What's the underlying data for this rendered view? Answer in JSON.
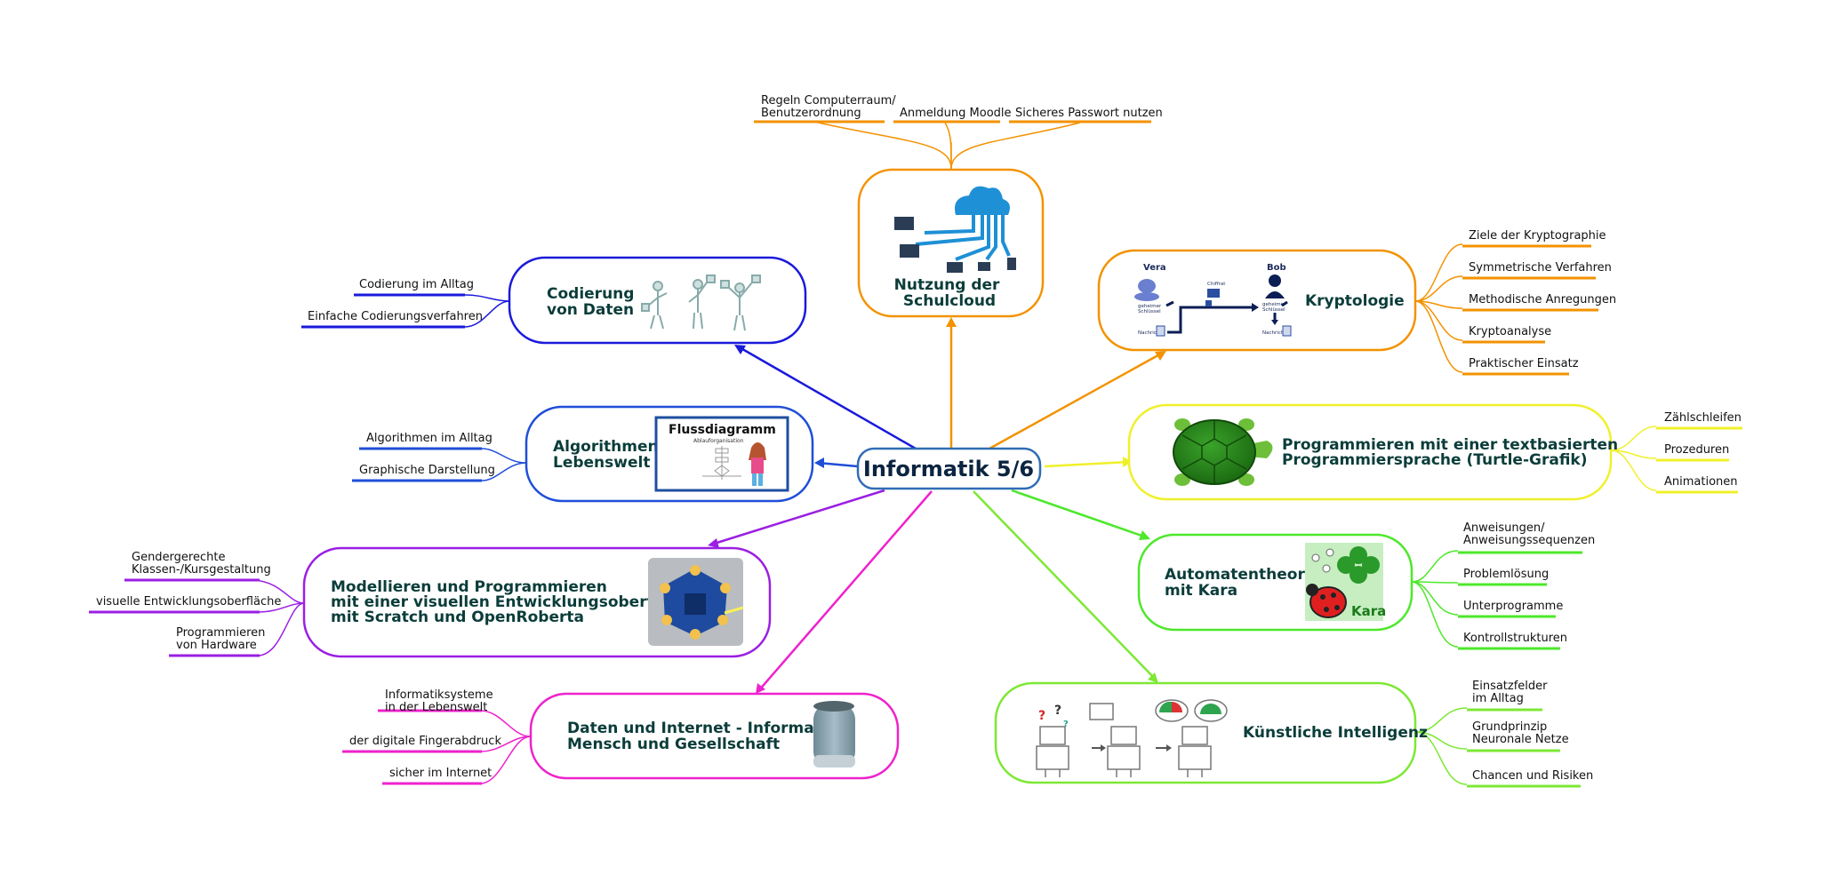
{
  "colors": {
    "center": "#2f6db5",
    "schulcloud": "#f39200",
    "codierung": "#1a1adb",
    "algorithmen": "#1f4ed8",
    "modellieren": "#9b1fe3",
    "daten": "#ee22cc",
    "kryptologie": "#f39200",
    "programmieren": "#f0f02a",
    "automaten": "#4de82a",
    "ki": "#7de834",
    "title_text": "#0b3d3a"
  },
  "center": {
    "title": "Informatik 5/6"
  },
  "branches": {
    "schulcloud": {
      "title": [
        "Nutzung der",
        "Schulcloud"
      ],
      "icon": "cloud-network-icon",
      "leaves": [
        [
          "Regeln Computerraum/",
          "Benutzerordnung"
        ],
        [
          "Anmeldung Moodle"
        ],
        [
          "Sicheres Passwort nutzen"
        ]
      ]
    },
    "codierung": {
      "title": [
        "Codierung",
        "von Daten"
      ],
      "icon": "flag-signaling-people-icon",
      "leaves": [
        [
          "Codierung im Alltag"
        ],
        [
          "Einfache Codierungsverfahren"
        ]
      ]
    },
    "algorithmen": {
      "title": [
        "Algorithmen",
        "Lebenswelt"
      ],
      "icon": "flowchart-icon",
      "image_title": "Flussdiagramm",
      "image_subtitle": "Ablauforganisation",
      "leaves": [
        [
          "Algorithmen im Alltag"
        ],
        [
          "Graphische Darstellung"
        ]
      ]
    },
    "modellieren": {
      "title": [
        "Modellieren und Programmieren",
        "mit einer visuellen Entwicklungsoberfläche",
        "mit Scratch und OpenRoberta"
      ],
      "icon": "calliope-board-icon",
      "leaves": [
        [
          "Gendergerechte",
          "Klassen-/Kursgestaltung"
        ],
        [
          "visuelle Entwicklungsoberfläche"
        ],
        [
          "Programmieren",
          "von Hardware"
        ]
      ]
    },
    "daten": {
      "title": [
        "Daten und Internet - Informatik,",
        "Mensch und Gesellschaft"
      ],
      "icon": "smart-speaker-icon",
      "leaves": [
        [
          "Informatiksysteme",
          "in der Lebenswelt"
        ],
        [
          "der digitale Fingerabdruck"
        ],
        [
          "sicher im Internet"
        ]
      ]
    },
    "kryptologie": {
      "title": [
        "Kryptologie"
      ],
      "icon": "encryption-diagram-icon",
      "diagram": {
        "left_name": "Vera",
        "right_name": "Bob",
        "left_key": [
          "geheimer",
          "Schlüssel"
        ],
        "right_key": [
          "geheimer",
          "Schlüssel"
        ],
        "chiffrat": "Chiffrat",
        "left_doc": "Nachricht",
        "right_doc": "Nachricht"
      },
      "leaves": [
        [
          "Ziele der Kryptographie"
        ],
        [
          "Symmetrische Verfahren"
        ],
        [
          "Methodische Anregungen"
        ],
        [
          "Kryptoanalyse"
        ],
        [
          "Praktischer Einsatz"
        ]
      ]
    },
    "programmieren": {
      "title": [
        "Programmieren mit einer textbasierten",
        "Programmiersprache (Turtle-Grafik)"
      ],
      "icon": "turtle-icon",
      "leaves": [
        [
          "Zählschleifen"
        ],
        [
          "Prozeduren"
        ],
        [
          "Animationen"
        ]
      ]
    },
    "automaten": {
      "title": [
        "Automatentheorie",
        "mit Kara"
      ],
      "icon": "kara-ladybug-icon",
      "image_label": "Kara",
      "leaves": [
        [
          "Anweisungen/",
          "Anweisungssequenzen"
        ],
        [
          "Problemlösung"
        ],
        [
          "Unterprogramme"
        ],
        [
          "Kontrollstrukturen"
        ]
      ]
    },
    "ki": {
      "title": [
        "Künstliche Intelligenz"
      ],
      "icon": "robot-learning-icon",
      "leaves": [
        [
          "Einsatzfelder",
          "im Alltag"
        ],
        [
          "Grundprinzip",
          "Neuronale Netze"
        ],
        [
          "Chancen und Risiken"
        ]
      ]
    }
  }
}
